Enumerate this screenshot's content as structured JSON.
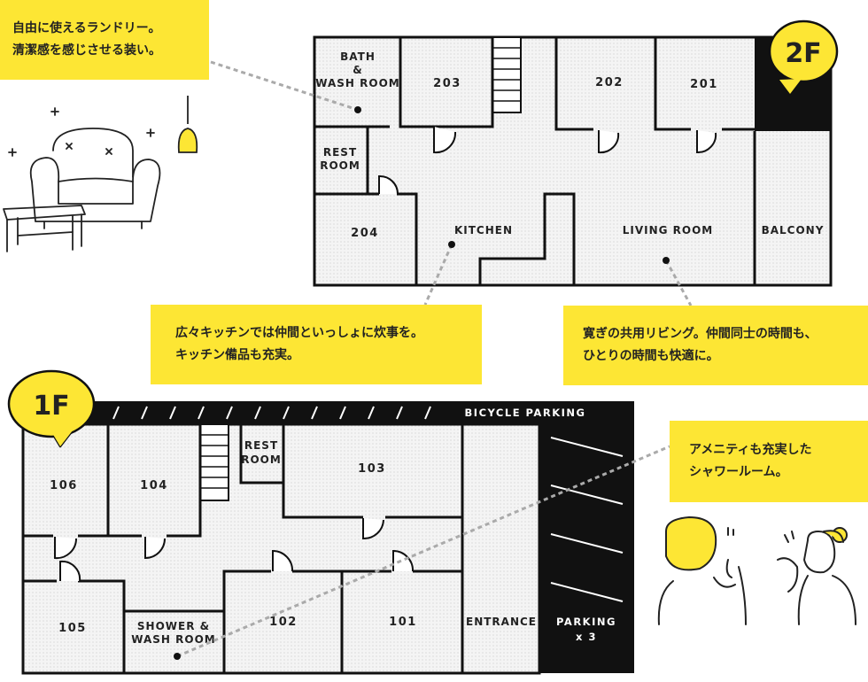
{
  "notes": {
    "laundry": [
      "自由に使えるランドリー。",
      "清潔感を感じさせる装い。"
    ],
    "kitchen": [
      "広々キッチンでは仲間といっしょに炊事を。",
      "キッチン備品も充実。"
    ],
    "living": [
      "寛ぎの共用リビング。仲間同士の時間も、",
      "ひとりの時間も快適に。"
    ],
    "shower": [
      "アメニティも充実した",
      "シャワールーム。"
    ]
  },
  "floor2": {
    "badge": "2F",
    "rooms": {
      "bath_l1": "BATH",
      "bath_l2": "&",
      "bath_l3": "WASH ROOM",
      "r203": "203",
      "r202": "202",
      "r201": "201",
      "rest_l1": "REST",
      "rest_l2": "ROOM",
      "r204": "204",
      "kitchen": "KITCHEN",
      "living": "LIVING ROOM",
      "balcony": "BALCONY"
    }
  },
  "floor1": {
    "badge": "1F",
    "rooms": {
      "r106": "106",
      "r104": "104",
      "rest_l1": "REST",
      "rest_l2": "ROOM",
      "r103": "103",
      "r105": "105",
      "shower_l1": "SHOWER &",
      "shower_l2": "WASH ROOM",
      "r102": "102",
      "r101": "101",
      "entrance": "ENTRANCE",
      "bicycle": "BICYCLE  PARKING",
      "parking": "PARKING",
      "parking_count": "x 3"
    }
  },
  "colors": {
    "accent": "#fde634",
    "line": "#111111",
    "floor_tint": "#efefef",
    "leader": "#aaaaaa"
  }
}
